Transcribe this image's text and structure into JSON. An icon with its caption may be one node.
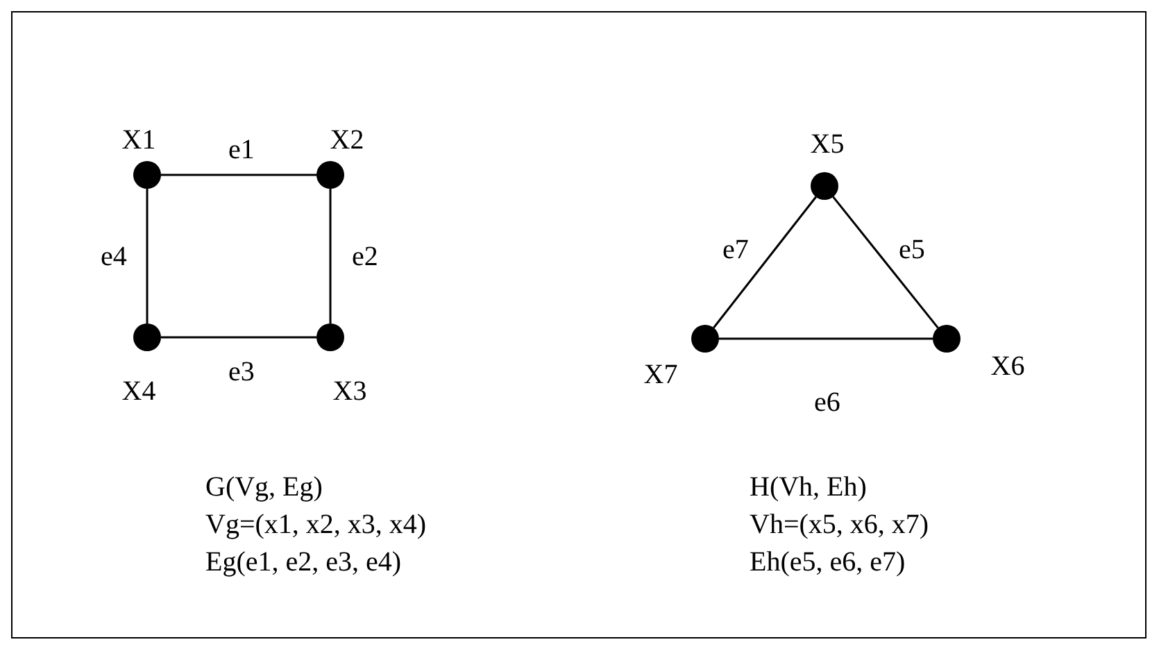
{
  "diagram": {
    "nodes": [
      {
        "text": [],
        "shape": "circle",
        "beside": [
          "X1"
        ]
      },
      {
        "text": [],
        "shape": "circle",
        "beside": [
          "X2"
        ]
      },
      {
        "text": [],
        "shape": "circle",
        "beside": [
          "X3"
        ]
      },
      {
        "text": [],
        "shape": "circle",
        "beside": [
          "X4"
        ]
      },
      {
        "text": [],
        "shape": "circle",
        "beside": [
          "X5"
        ]
      },
      {
        "text": [],
        "shape": "circle",
        "beside": [
          "X6"
        ]
      },
      {
        "text": [],
        "shape": "circle",
        "beside": [
          "X7"
        ]
      }
    ],
    "edges": [
      {
        "from": 0,
        "to": 1,
        "arrow": "none",
        "label": "e1"
      },
      {
        "from": 1,
        "to": 2,
        "arrow": "none",
        "label": "e2"
      },
      {
        "from": 3,
        "to": 2,
        "arrow": "none",
        "label": "e3"
      },
      {
        "from": 0,
        "to": 3,
        "arrow": "none",
        "label": "e4"
      },
      {
        "from": 4,
        "to": 5,
        "arrow": "none",
        "label": "e5"
      },
      {
        "from": 6,
        "to": 5,
        "arrow": "none",
        "label": "e6"
      },
      {
        "from": 4,
        "to": 6,
        "arrow": "none",
        "label": "e7"
      }
    ],
    "labels": [
      "G(Vg, Eg)",
      "Vg=(x1, x2, x3, x4)",
      "Eg(e1, e2, e3, e4)",
      "H(Vh, Eh)",
      "Vh=(x5, x6, x7)",
      "Eh(e5, e6, e7)"
    ]
  }
}
